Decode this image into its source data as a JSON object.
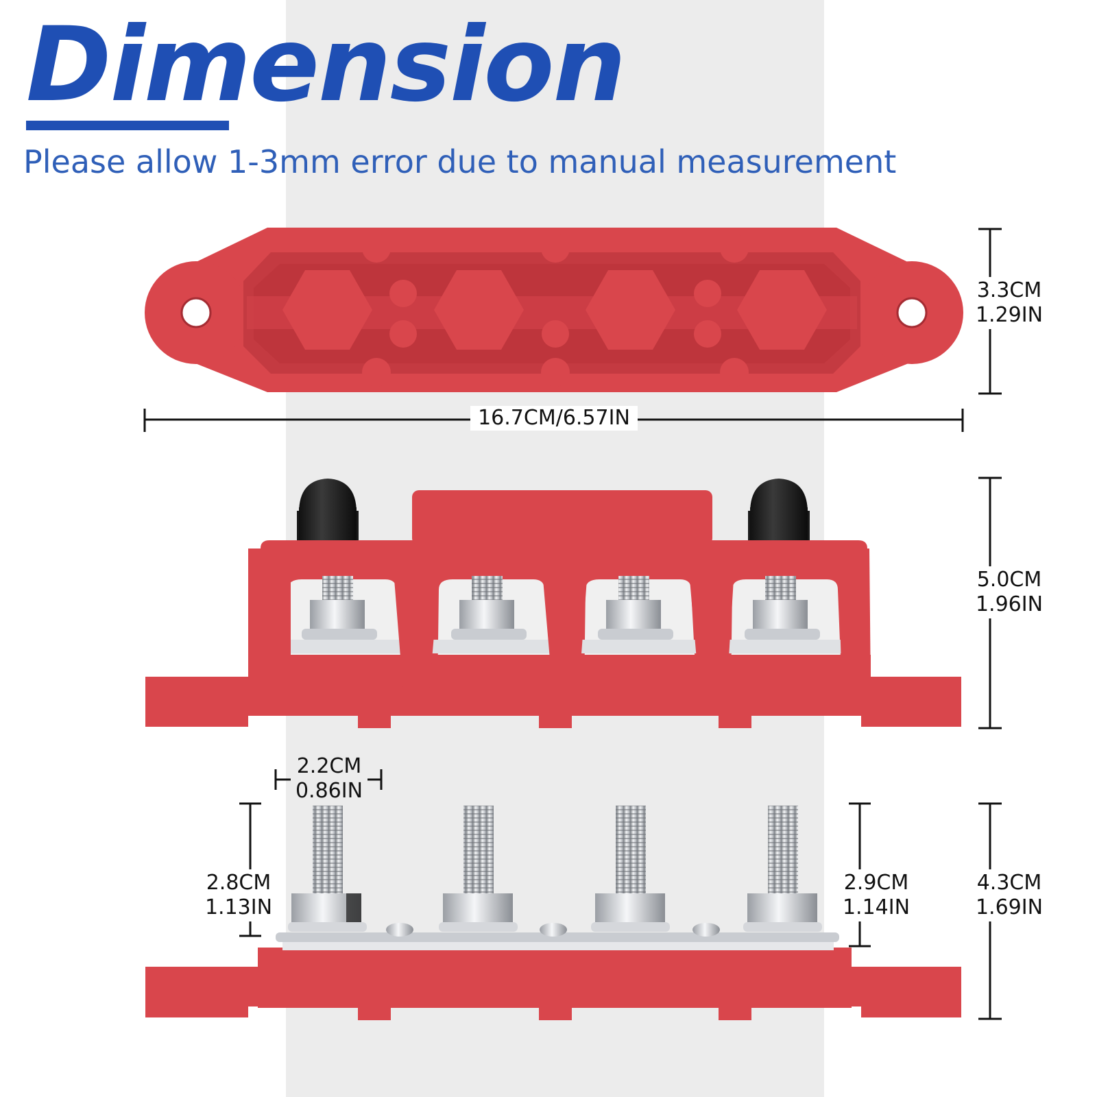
{
  "title": "Dimension",
  "subtitle": "Please allow 1-3mm error due to manual measurement",
  "colors": {
    "title_blue": "#1f4fb4",
    "subtitle_blue": "#2f5fb8",
    "housing_red": "#d9464c",
    "metal_silver": "#c9ccd1",
    "background_band": "#ececec"
  },
  "dimensions": {
    "top_height": {
      "cm": "3.3CM",
      "in": "1.29IN"
    },
    "length": {
      "label": "16.7CM/6.57IN"
    },
    "side_height": {
      "cm": "5.0CM",
      "in": "1.96IN"
    },
    "stud_spacing": {
      "cm": "2.2CM",
      "in": "0.86IN"
    },
    "stud_left_height": {
      "cm": "2.8CM",
      "in": "1.13IN"
    },
    "stud_right_height": {
      "cm": "2.9CM",
      "in": "1.14IN"
    },
    "base_height": {
      "cm": "4.3CM",
      "in": "1.69IN"
    }
  }
}
